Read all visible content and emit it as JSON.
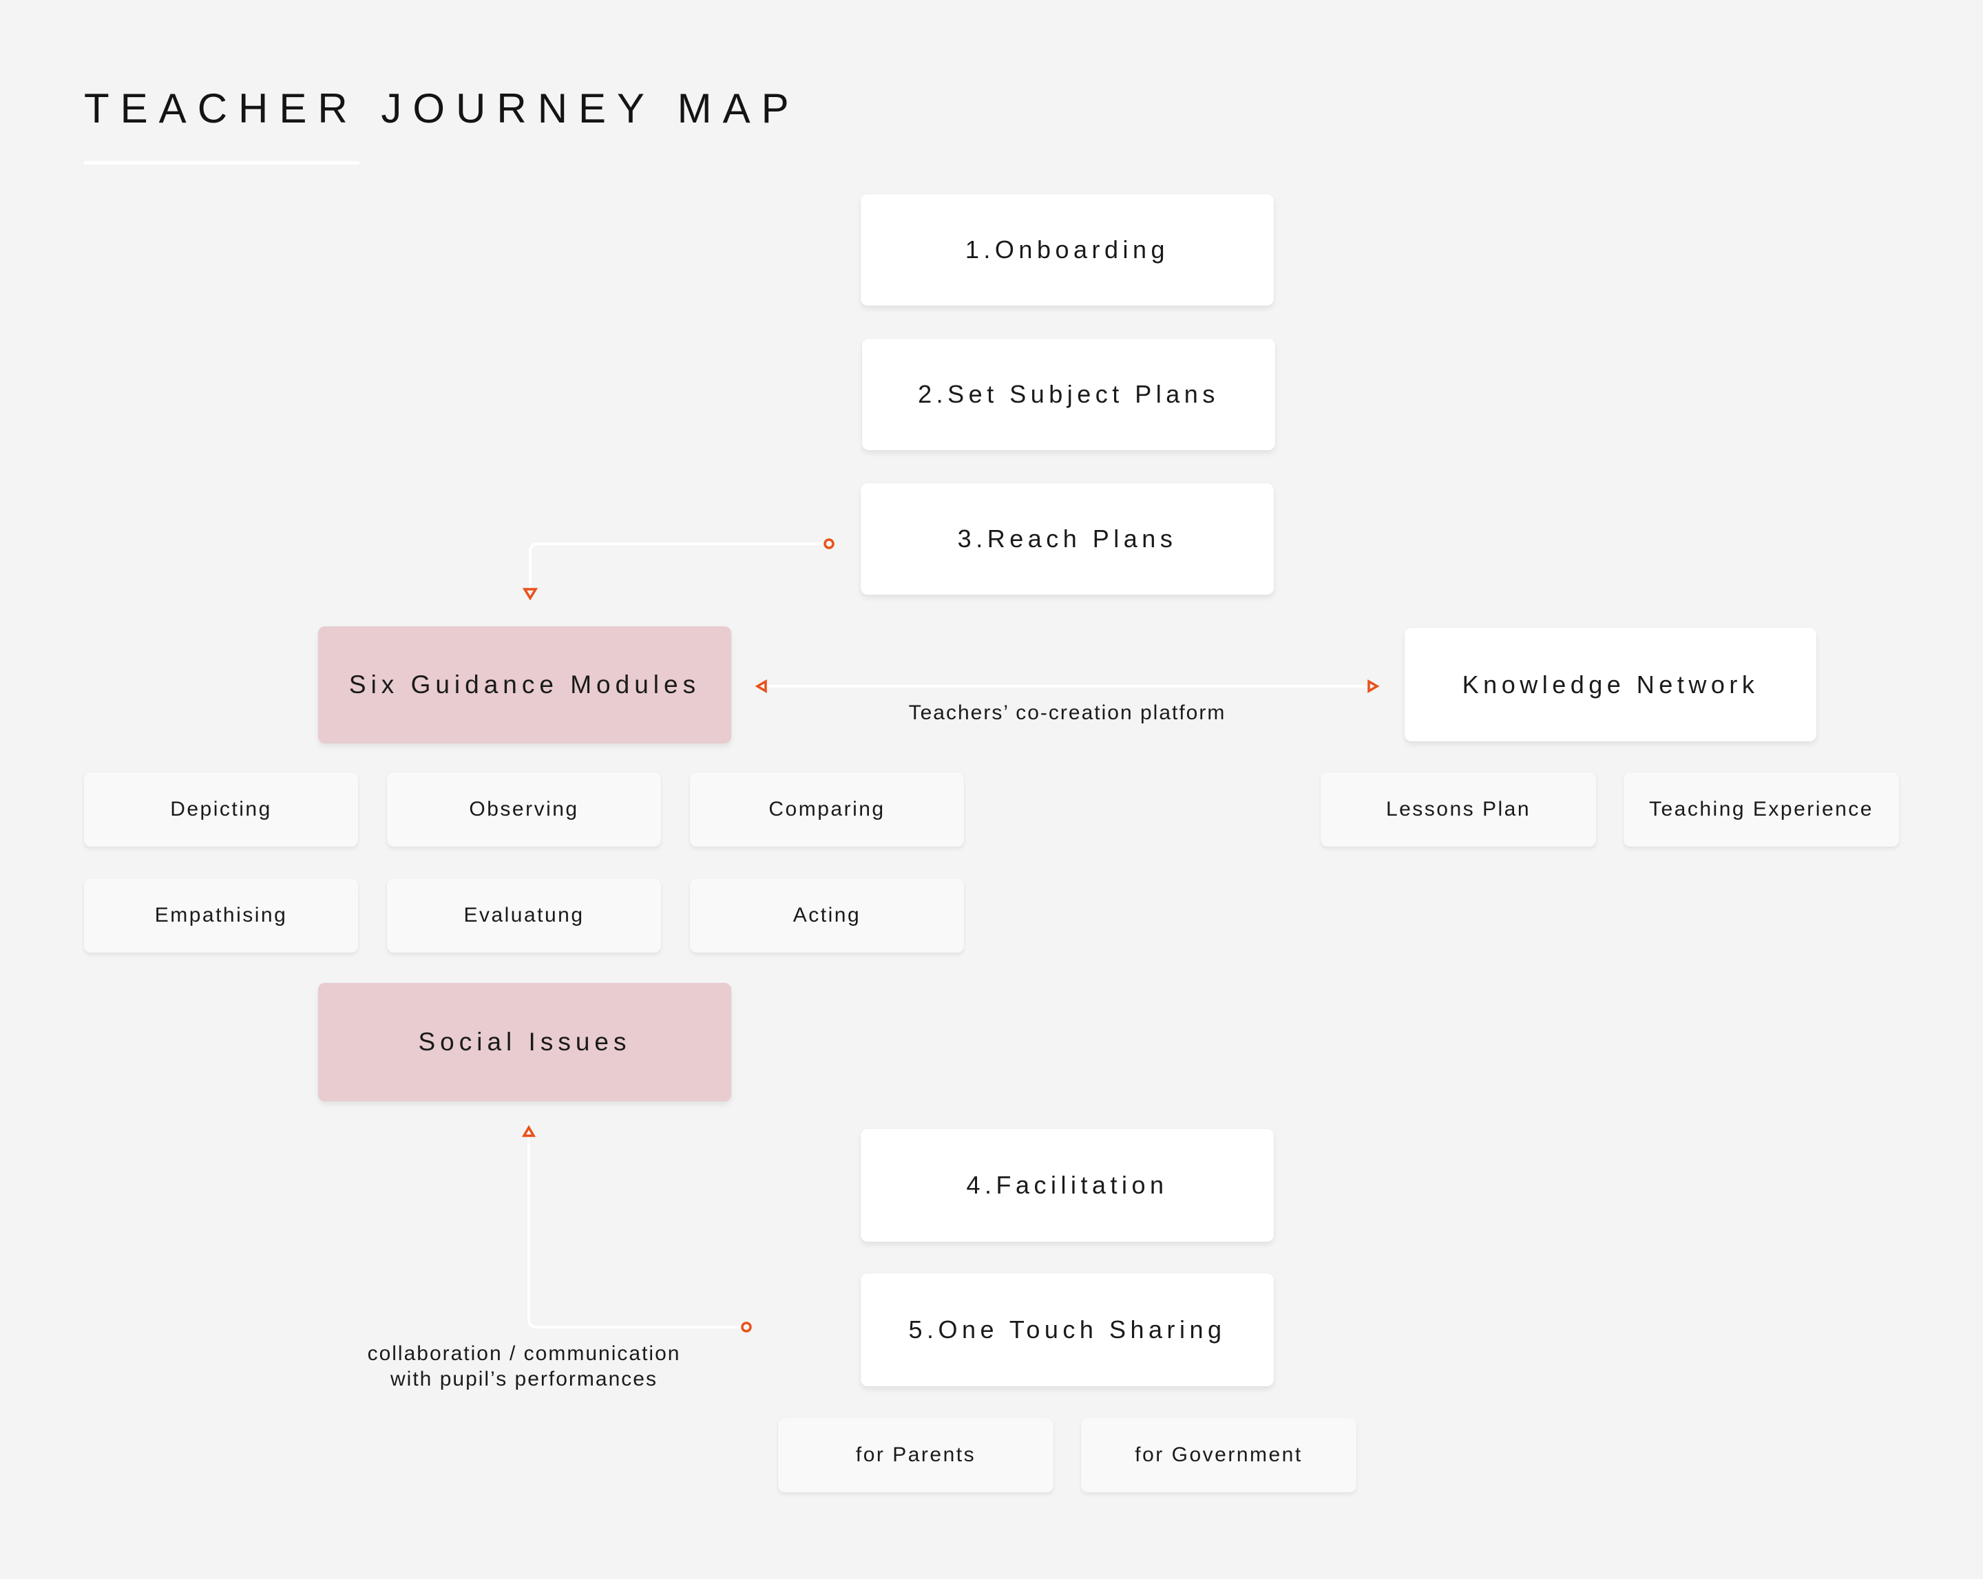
{
  "title": "TEACHER JOURNEY MAP",
  "steps": {
    "onboarding": "1.Onboarding",
    "set_subject_plans": "2.Set Subject Plans",
    "reach_plans": "3.Reach Plans",
    "facilitation": "4.Facilitation",
    "one_touch_sharing": "5.One Touch Sharing"
  },
  "six_guidance_modules": {
    "label": "Six Guidance Modules",
    "modules": [
      "Depicting",
      "Observing",
      "Comparing",
      "Empathising",
      "Evaluatung",
      "Acting"
    ]
  },
  "social_issues": {
    "label": "Social Issues"
  },
  "knowledge_network": {
    "label": "Knowledge Network",
    "items": [
      "Lessons Plan",
      "Teaching Experience"
    ]
  },
  "sharing_targets": [
    "for Parents",
    "for Government"
  ],
  "connector_labels": {
    "co_creation": "Teachers’ co-creation platform",
    "collaboration_line1": "collaboration / communication",
    "collaboration_line2": "with pupil’s performances"
  },
  "colors": {
    "background": "#f4f4f4",
    "step_box": "#ffffff",
    "highlight_box": "#e8cccf",
    "chip": "#f9f9f9",
    "connector_line": "#ffffff",
    "connector_marker": "#e8521a"
  }
}
